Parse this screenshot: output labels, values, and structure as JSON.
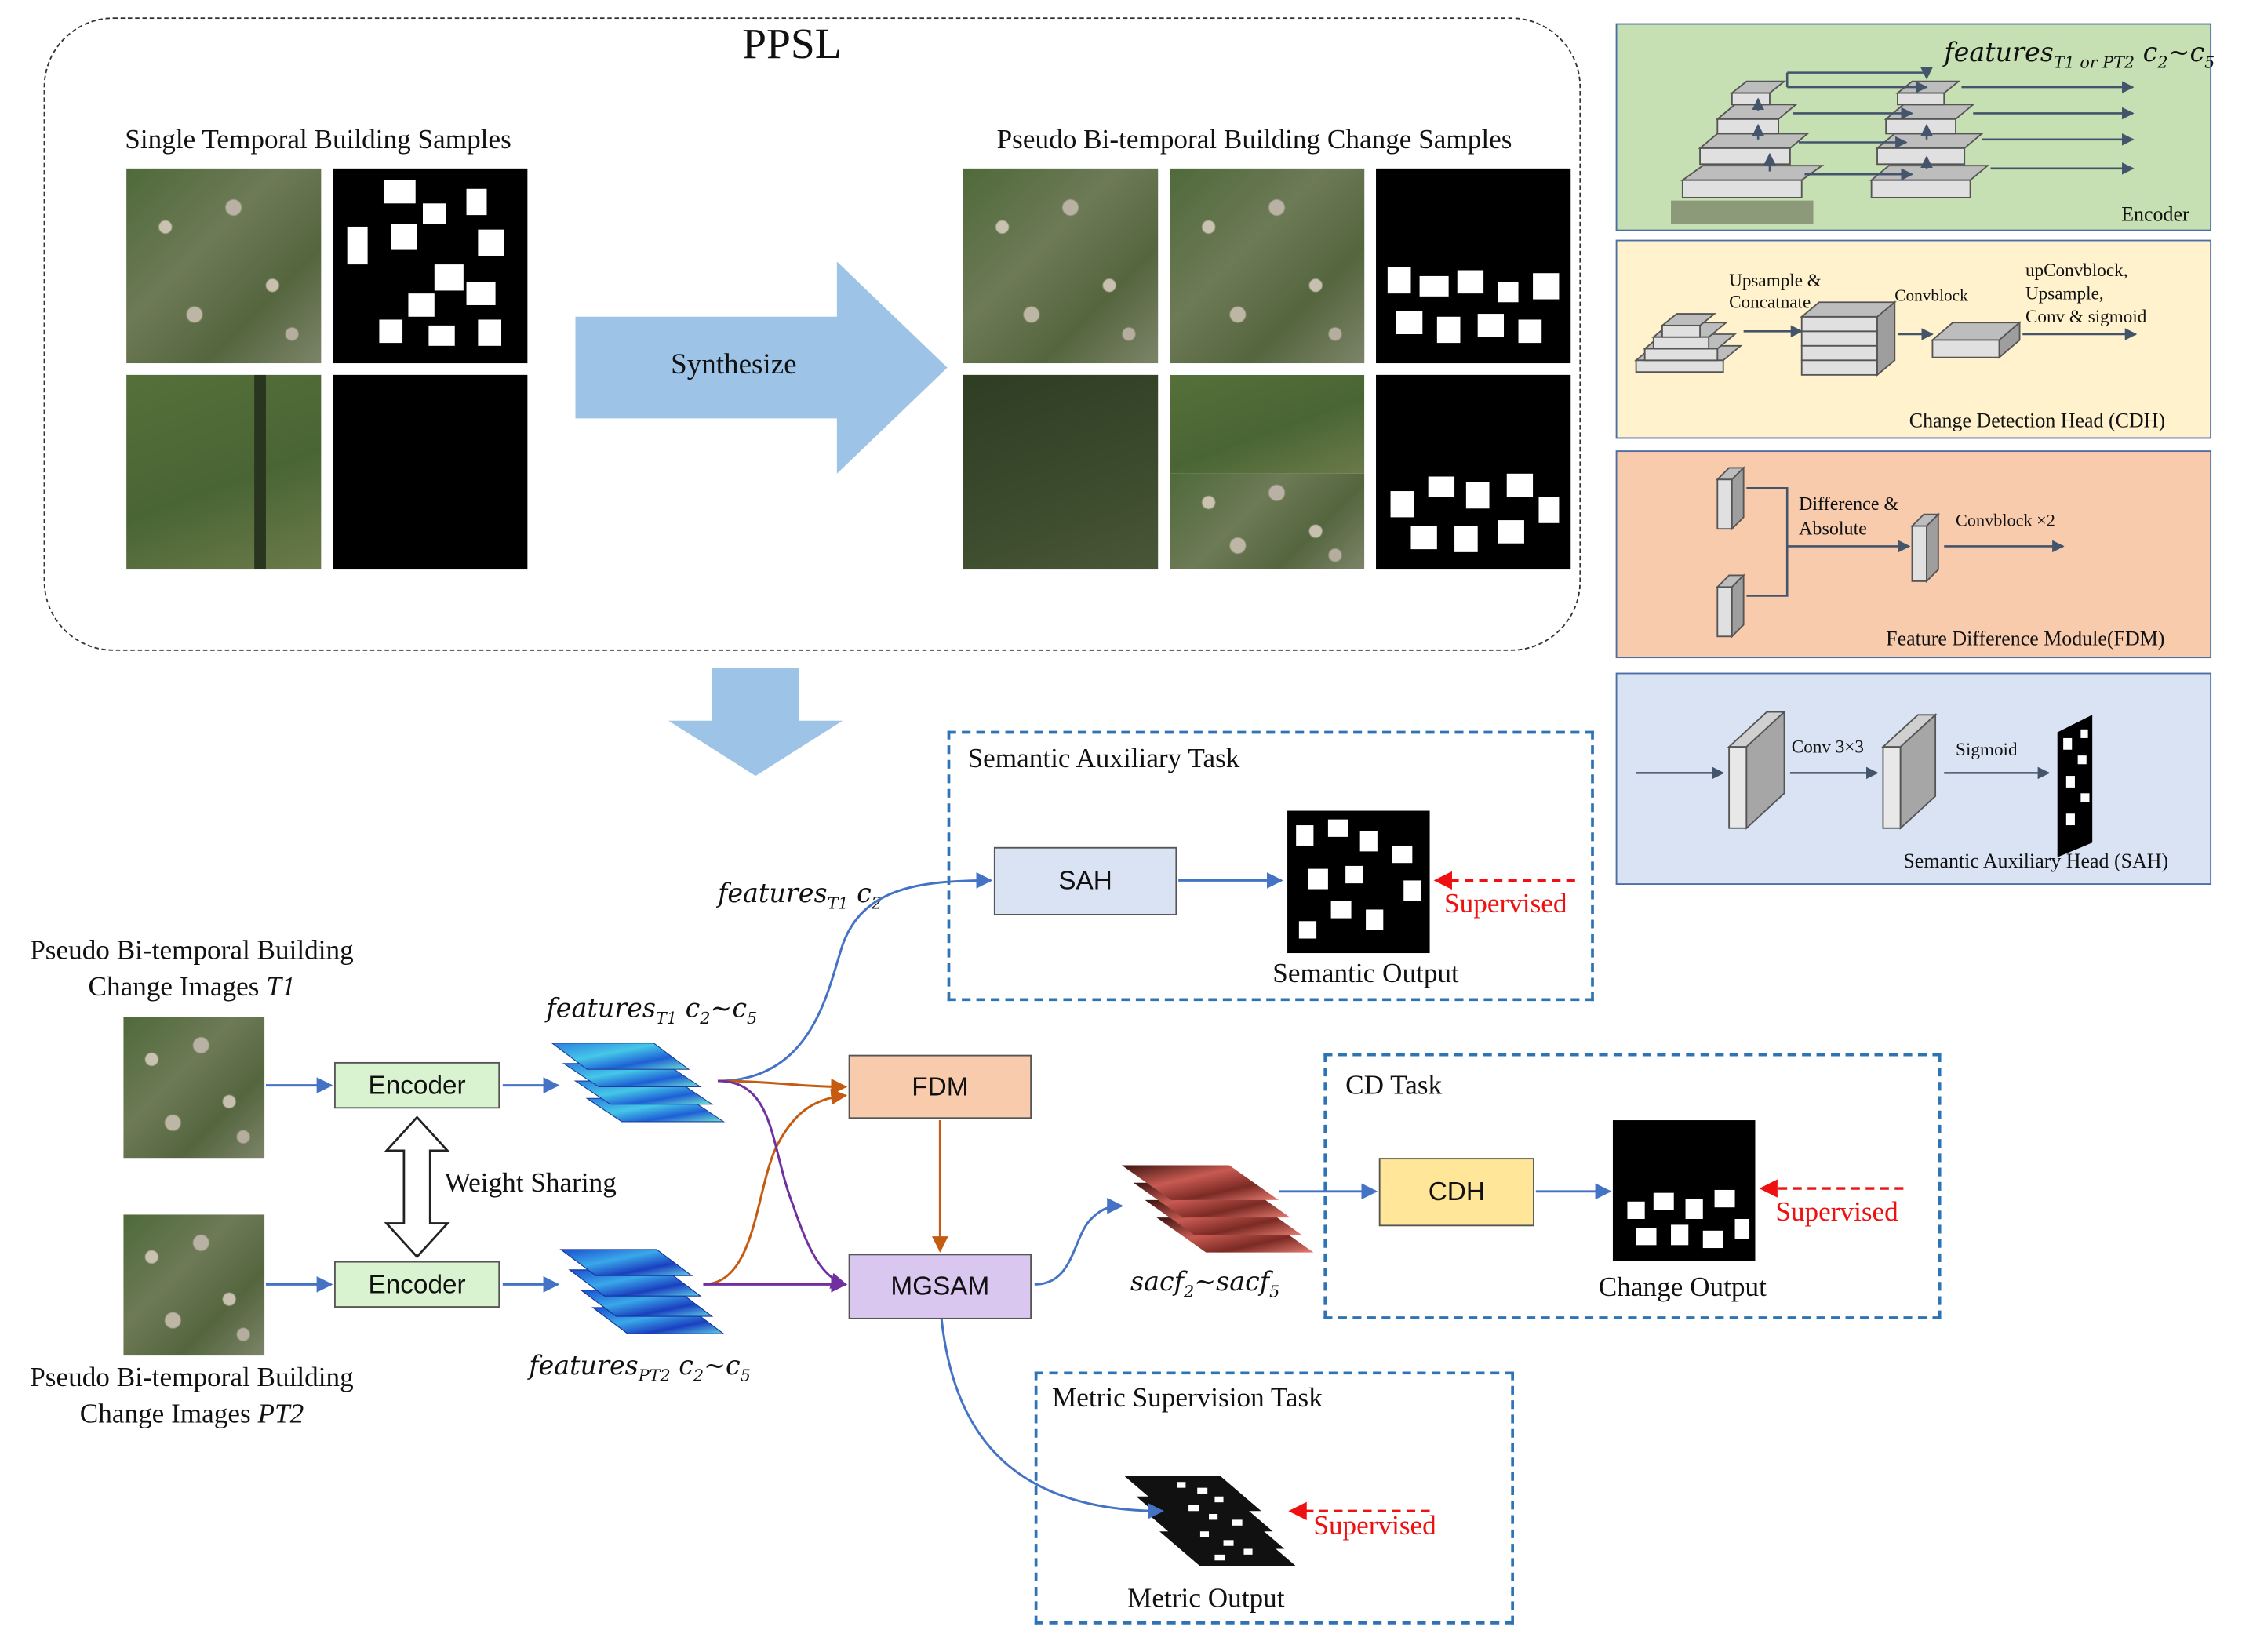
{
  "ppsl": {
    "title": "PPSL",
    "single_label": "Single Temporal Building Samples",
    "pseudo_label": "Pseudo Bi-temporal Building Change Samples",
    "synthesize_label": "Synthesize"
  },
  "inputs": {
    "t1_label_line1": "Pseudo Bi-temporal Building",
    "t1_label_line2": "Change Images ",
    "t1_label_italic": "T1",
    "pt2_label_line1": "Pseudo Bi-temporal Building",
    "pt2_label_line2": "Change Images ",
    "pt2_label_italic": "PT2"
  },
  "nodes": {
    "encoder_top": "Encoder",
    "encoder_bottom": "Encoder",
    "weight_sharing": "Weight Sharing",
    "fdm": "FDM",
    "mgsam": "MGSAM",
    "sah": "SAH",
    "cdh": "CDH"
  },
  "feature_labels": {
    "t1_base": "features",
    "t1_sub": "T1",
    "t1_range": " c",
    "t1_c_from": "2",
    "t1_tilde": "~c",
    "t1_c_to": "5",
    "pt2_base": "features",
    "pt2_sub": "PT2",
    "pt2_range": "  c",
    "pt2_c_from": "2",
    "pt2_tilde": "~c",
    "pt2_c_to": "5",
    "sah_in_base": "features",
    "sah_in_sub": "T1",
    "sah_in_c": " c",
    "sah_in_c_sub": "2",
    "sacf_a": "sacf",
    "sacf_a_sub": "2",
    "sacf_tilde": "~sacf",
    "sacf_b_sub": "5"
  },
  "tasks": {
    "semantic_title": "Semantic Auxiliary Task",
    "semantic_output": "Semantic Output",
    "cd_title": "CD Task",
    "change_output": "Change Output",
    "metric_title": "Metric Supervision Task",
    "metric_output": "Metric Output",
    "supervised": "Supervised"
  },
  "legend_panels": {
    "encoder": {
      "title": "Encoder",
      "feat_base": "features",
      "feat_sub": "T1 or PT2",
      "feat_c": " c",
      "feat_c_from": "2",
      "feat_tilde": "~c",
      "feat_c_to": "5",
      "bg": "#c6e0b4"
    },
    "cdh": {
      "title": "Change Detection Head (CDH)",
      "step1": "Upsample &",
      "step1b": "Concatnate",
      "step2": "Convblock",
      "step3": "upConvblock,",
      "step3b": "Upsample,",
      "step3c": "Conv & sigmoid",
      "bg": "#fff2cc"
    },
    "fdm": {
      "title": "Feature Difference Module(FDM)",
      "step1": "Difference &",
      "step1b": "Absolute",
      "step2": "Convblock ×2",
      "bg": "#f8cbad"
    },
    "sah": {
      "title": "Semantic Auxiliary Head (SAH)",
      "step1": "Conv 3×3",
      "step2": "Sigmoid",
      "bg": "#dae3f3"
    }
  },
  "colors": {
    "arrow_blue": "#4472c4",
    "arrow_orange": "#c55a11",
    "arrow_purple": "#7030a0",
    "big_arrow": "#9dc3e6",
    "supervised_red": "#ee1111",
    "encoder_fill": "#d9f2d0",
    "fdm_fill": "#f8cbad",
    "mgsam_fill": "#d9c7f0",
    "sah_fill": "#dae3f3",
    "cdh_fill": "#ffe699"
  }
}
